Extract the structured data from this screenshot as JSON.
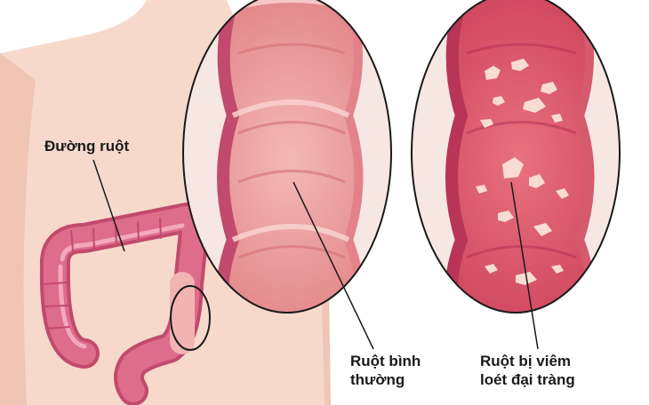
{
  "labels": {
    "intestine": "Đường ruột",
    "normal_line1": "Ruột bình",
    "normal_line2": "thường",
    "ulcer_line1": "Ruột bị viêm",
    "ulcer_line2": "loét đại tràng"
  },
  "colors": {
    "skin": "#f7d9cc",
    "skin_shadow": "#efc5b4",
    "intestine": "#de6c8b",
    "intestine_dark": "#c24a6c",
    "intestine_light": "#f3a8bd",
    "normal_tissue": "#e98d8f",
    "normal_tissue_light": "#f5c0bd",
    "ulcer_tissue": "#d94f66",
    "ulcer_patch": "#f8dcd2",
    "outline": "#1a1a1a"
  }
}
